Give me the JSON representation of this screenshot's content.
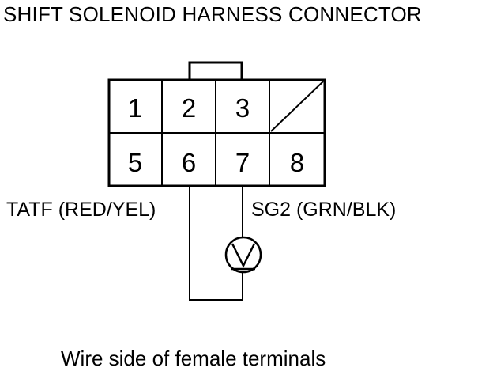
{
  "title": "SHIFT SOLENOID HARNESS CONNECTOR",
  "connector": {
    "top_row": [
      "1",
      "2",
      "3",
      ""
    ],
    "bottom_row": [
      "5",
      "6",
      "7",
      "8"
    ],
    "empty_cavity": "top-right (no pin 4)"
  },
  "wires": {
    "left_label": "TATF (RED/YEL)",
    "right_label": "SG2 (GRN/BLK)"
  },
  "meter": {
    "symbol": "V",
    "icon": "voltmeter-icon"
  },
  "caption": "Wire side of female terminals"
}
